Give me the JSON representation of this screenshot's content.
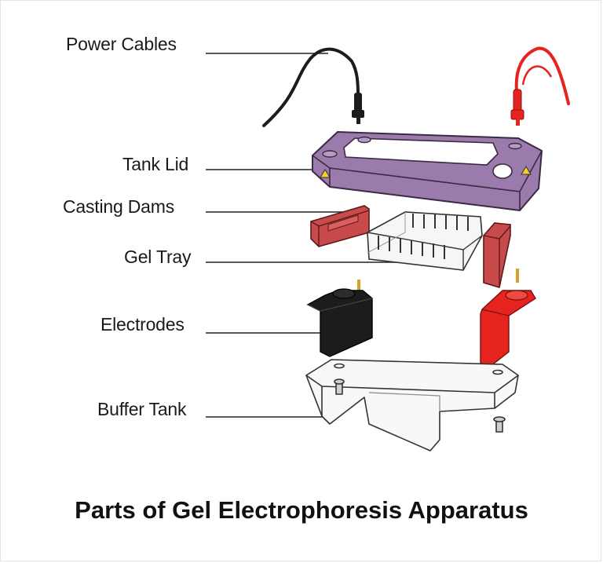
{
  "diagram": {
    "title": "Parts of Gel Electrophoresis Apparatus",
    "labels": {
      "power_cables": "Power Cables",
      "tank_lid": "Tank Lid",
      "casting_dams": "Casting Dams",
      "gel_tray": "Gel Tray",
      "electrodes": "Electrodes",
      "buffer_tank": "Buffer Tank"
    }
  },
  "colors": {
    "lid": "#9b7bab",
    "red": "#e52420",
    "dam_red": "#c94a4a",
    "electrode_black": "#1c1c1c",
    "line": "#222222"
  }
}
